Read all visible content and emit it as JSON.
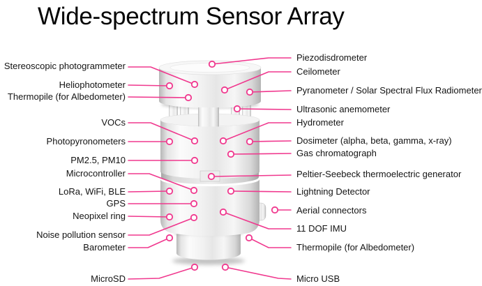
{
  "title": "Wide-spectrum Sensor Array",
  "colors": {
    "callout": "#F0388E",
    "text": "#141414"
  },
  "left_labels": [
    "Stereoscopic photogrammeter",
    "Heliophotometer",
    "Thermopile (for Albedometer)",
    "VOCs",
    "Photopyronometers",
    "PM2.5, PM10",
    "Microcontroller",
    "LoRa, WiFi, BLE",
    "GPS",
    "Neopixel ring",
    "Noise pollution sensor",
    "Barometer",
    "MicroSD"
  ],
  "right_labels": [
    "Piezodisdrometer",
    "Ceilometer",
    "Pyranometer / Solar Spectral Flux Radiometer",
    "Ultrasonic anemometer",
    "Hydrometer",
    "Dosimeter (alpha, beta, gamma, x-ray)",
    "Gas chromatograph",
    "Peltier-Seebeck thermoelectric generator",
    "Lightning Detector",
    "Aerial connectors",
    "11 DOF IMU",
    "Thermopile (for Albedometer)",
    "Micro USB"
  ]
}
